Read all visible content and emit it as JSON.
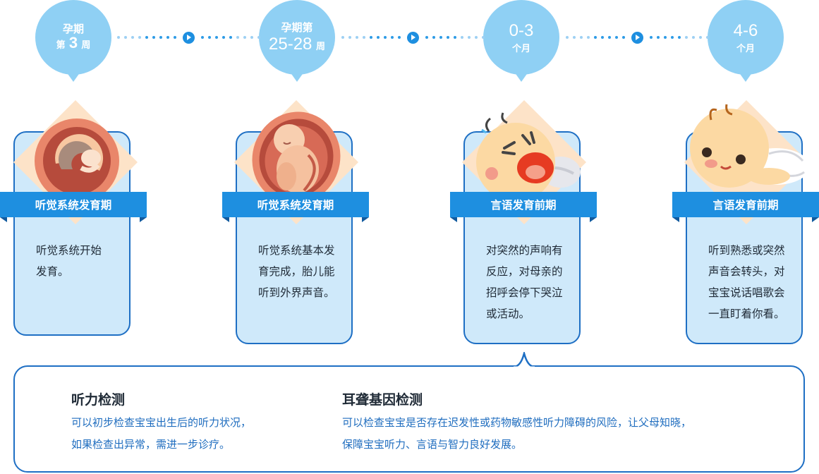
{
  "timeline": [
    {
      "bubble_top": "孕期",
      "bubble_prefix": "第",
      "bubble_number": "3",
      "bubble_suffix": "周",
      "stage": "听觉系统发育期",
      "text_lines": [
        "听觉系统开始",
        "发育。"
      ]
    },
    {
      "bubble_top": "孕期第",
      "bubble_number": "25-28",
      "bubble_suffix": "周",
      "stage": "听觉系统发育期",
      "text_lines": [
        "听觉系统基本发",
        "育完成，胎儿能",
        "听到外界声音。"
      ]
    },
    {
      "bubble_number": "0-3",
      "bubble_suffix": "个月",
      "stage": "言语发育前期",
      "text_lines": [
        "对突然的声响有",
        "反应，对母亲的",
        "招呼会停下哭泣",
        "或活动。"
      ]
    },
    {
      "bubble_number": "4-6",
      "bubble_suffix": "个月",
      "stage": "言语发育前期",
      "text_lines": [
        "听到熟悉或突然",
        "声音会转头，对",
        "宝宝说话唱歌会",
        "一直盯着你看。"
      ]
    }
  ],
  "info": {
    "hearing_test": {
      "title": "听力检测",
      "lines": [
        "可以初步检查宝宝出生后的听力状况，",
        "如果检查出异常，需进一步诊疗。"
      ]
    },
    "gene_test": {
      "title": "耳聋基因检测",
      "lines": [
        "可以检查宝宝是否存在迟发性或药物敏感性听力障碍的风险，让父母知晓，",
        "保障宝宝听力、言语与智力良好发展。"
      ]
    }
  },
  "colors": {
    "bubble": "#8fd0f4",
    "accent": "#1e8fe0",
    "border": "#1e6fc4",
    "card": "#cfe9fa",
    "info_text": "#1f6dbf"
  },
  "icons": [
    "fetus-early-icon",
    "fetus-womb-icon",
    "crying-baby-icon",
    "lying-baby-icon",
    "timeline-arrow-icon"
  ]
}
